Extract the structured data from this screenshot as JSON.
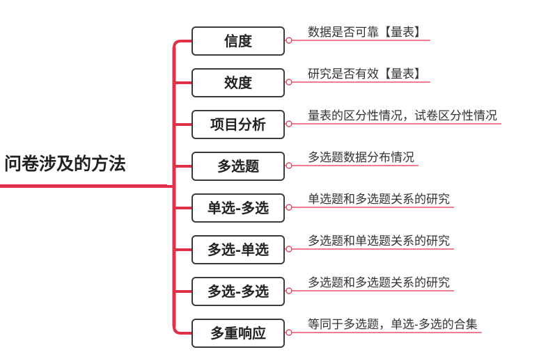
{
  "root": {
    "label": "问卷涉及的方法"
  },
  "colors": {
    "branch": "#e0304a",
    "node_border": "#3a3a3a",
    "text": "#222222"
  },
  "branches": [
    {
      "label": "信度",
      "description": "数据是否可靠【量表】"
    },
    {
      "label": "效度",
      "description": "研究是否有效【量表】"
    },
    {
      "label": "项目分析",
      "description": "量表的区分性情况，试卷区分性情况"
    },
    {
      "label": "多选题",
      "description": "多选题数据分布情况"
    },
    {
      "label": "单选-多选",
      "description": "单选题和多选题关系的研究"
    },
    {
      "label": "多选-单选",
      "description": "多选题和单选题关系的研究"
    },
    {
      "label": "多选-多选",
      "description": "多选题和多选题关系的研究"
    },
    {
      "label": "多重响应",
      "description": "等同于多选题，单选-多选的合集"
    }
  ]
}
